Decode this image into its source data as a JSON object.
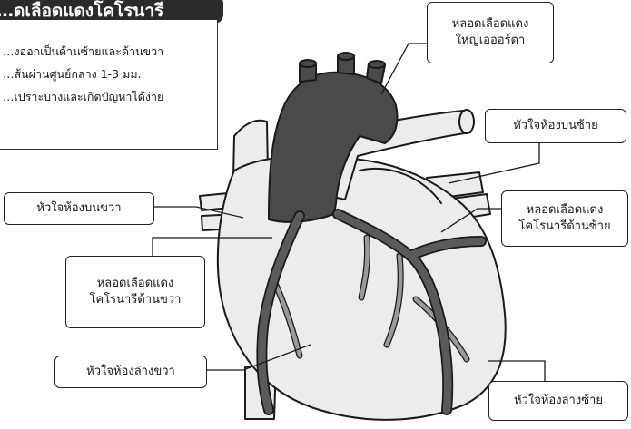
{
  "title": "…ดเลือดแดงโคโรนารี",
  "info_lines": [
    "…งออกเป็นด้านซ้ายและด้านขวา",
    "…ส้นผ่านศูนย์กลาง 1-3 มม.",
    "…เปราะบางและเกิดปัญหาได้ง่าย"
  ],
  "labels": {
    "aorta": [
      "หลอดเลือดแดง",
      "ใหญ่เอออร์ตา"
    ],
    "left_atrium": [
      "หัวใจห้องบนซ้าย"
    ],
    "right_atrium": [
      "หัวใจห้องบนขวา"
    ],
    "left_coronary": [
      "หลอดเลือดแดง",
      "โคโรนารีด้านซ้าย"
    ],
    "right_coronary": [
      "หลอดเลือดแดง",
      "โคโรนารีด้านขวา"
    ],
    "right_ventricle": [
      "หัวใจห้องล่างขวา"
    ],
    "left_ventricle": [
      "หัวใจห้องล่างซ้าย"
    ]
  },
  "colors": {
    "heart_fill": "#ececec",
    "aorta_fill": "#4a4a4a",
    "vessel_fill": "#5a5a5a",
    "vein_fill": "#9a9a9a",
    "outline": "#1a1a1a"
  }
}
